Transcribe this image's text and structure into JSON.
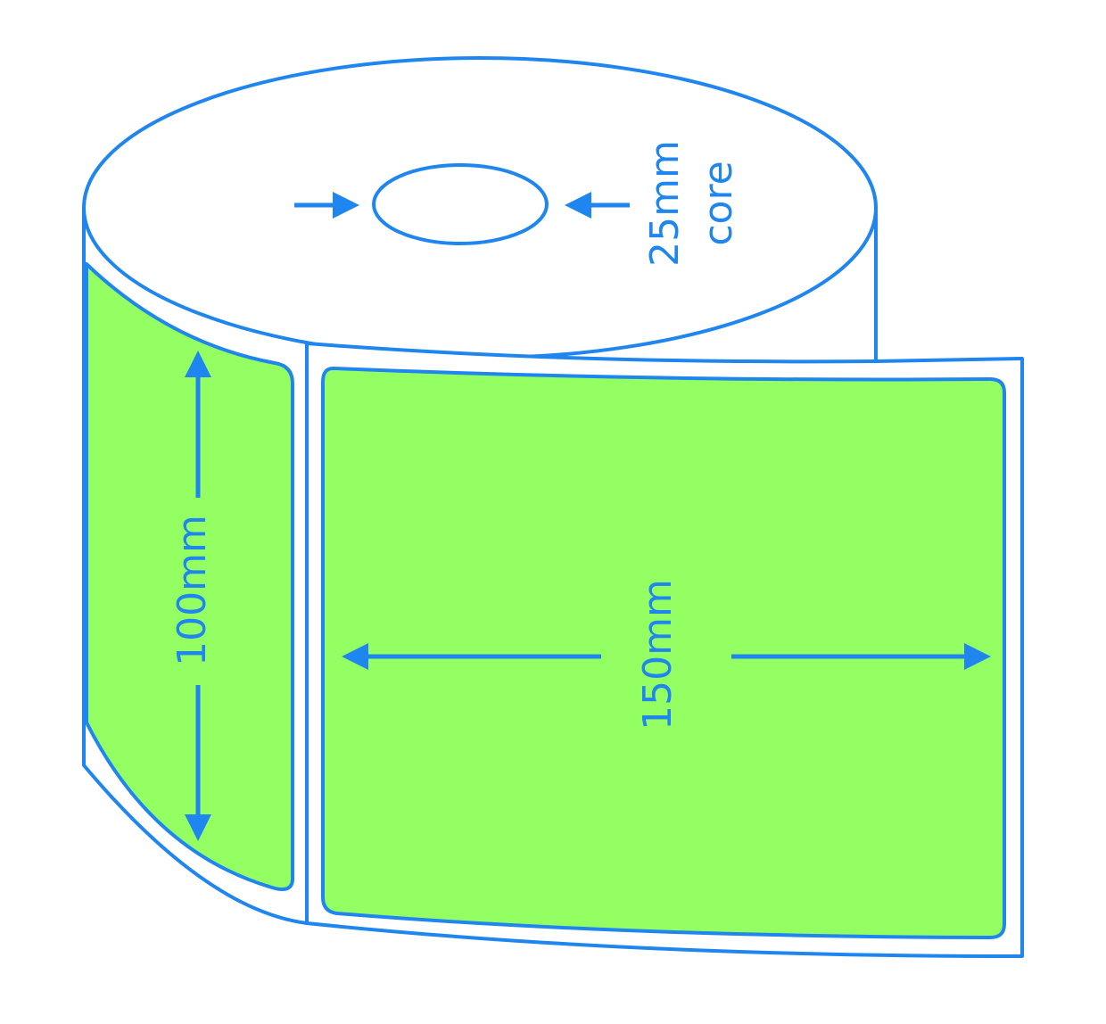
{
  "diagram": {
    "core_size": "25mm",
    "core_label": "core",
    "label_height": "100mm",
    "label_width": "150mm"
  },
  "colors": {
    "outline": "#1f86ef",
    "label_fill": "#94ff63",
    "background": "#ffffff"
  }
}
